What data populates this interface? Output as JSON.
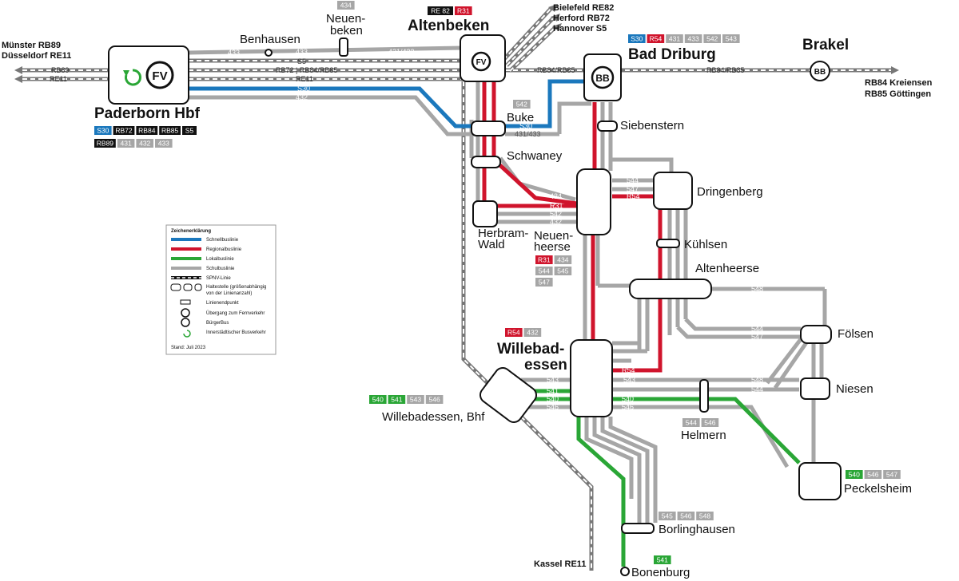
{
  "colors": {
    "school": "#a6a6a6",
    "regional": "#d0142c",
    "local": "#2aa636",
    "fast": "#1b78bd",
    "rail": "#777777",
    "black": "#111111"
  },
  "stations": {
    "paderborn": {
      "name": "Paderborn Hbf",
      "lines_row1": [
        "S30",
        "RB72",
        "RB84",
        "RB85",
        "S5"
      ],
      "lines_row2": [
        "RB89",
        "431",
        "432",
        "433"
      ],
      "icons": [
        "innerstaedtischer-busverkehr-icon",
        "fv-icon"
      ]
    },
    "altenbeken": {
      "name": "Altenbeken",
      "lines": [
        "RE 82",
        "R31"
      ],
      "icon": "fv-icon"
    },
    "bad_driburg": {
      "name": "Bad Driburg",
      "lines": [
        "S30",
        "R54",
        "431",
        "433",
        "542",
        "543"
      ],
      "icon": "bb-icon"
    },
    "brakel": {
      "name": "Brakel",
      "icon": "bb-icon"
    },
    "benhausen": {
      "name": "Benhausen"
    },
    "neuenbeken": {
      "name1": "Neuen-",
      "name2": "beken",
      "lines": [
        "434"
      ]
    },
    "buke": {
      "name": "Buke",
      "lines": [
        "542"
      ]
    },
    "schwaney": {
      "name": "Schwaney"
    },
    "herbram": {
      "name1": "Herbram-",
      "name2": "Wald"
    },
    "neuenheerse": {
      "name1": "Neuen-",
      "name2": "heerse",
      "lines_row1": [
        "R31",
        "434"
      ],
      "lines_row2": [
        "544",
        "545"
      ],
      "lines_row3": [
        "547"
      ]
    },
    "siebenstern": {
      "name": "Siebenstern"
    },
    "dringenberg": {
      "name": "Dringenberg"
    },
    "kuehlsen": {
      "name": "Kühlsen"
    },
    "altenheerse": {
      "name": "Altenheerse"
    },
    "willebadessen": {
      "name1": "Willebad-",
      "name2": "essen",
      "lines": [
        "R54",
        "432"
      ]
    },
    "fölsen": {
      "name": "Fölsen"
    },
    "niesen": {
      "name": "Niesen"
    },
    "bhf": {
      "name": "Willebadessen, Bhf",
      "lines": [
        "540",
        "541",
        "543",
        "546"
      ]
    },
    "helmern": {
      "name": "Helmern",
      "lines": [
        "544",
        "546"
      ]
    },
    "peckelsheim": {
      "name": "Peckelsheim",
      "lines": [
        "540",
        "546",
        "547"
      ]
    },
    "borlinghausen": {
      "name": "Borlinghausen",
      "lines": [
        "545",
        "546",
        "548"
      ]
    },
    "bonenburg": {
      "name": "Bonenburg",
      "lines": [
        "541"
      ]
    }
  },
  "edges": {
    "west1": "Münster RB89",
    "west2": "Düsseldorf RE11",
    "ne1": "Bielefeld RE82",
    "ne2": "Herford RB72",
    "ne3": "Hannover S5",
    "east1": "RB84 Kreiensen",
    "east2": "RB85 Göttingen",
    "south": "Kassel RE11"
  },
  "line_labels": {
    "l433": "433",
    "l434": "434",
    "l431_433": "431/433",
    "s5": "S5",
    "rb72_84_85": "RB72 | RB84/RB85",
    "rb89": "RB89",
    "re11": "RE11",
    "s30": "S30",
    "l432": "432",
    "rb84_85": "RB84/RB85",
    "re82": "RE82",
    "rb72": "RB72",
    "r31": "R31",
    "r54": "R54",
    "l431_433v": "431/433",
    "l542": "542",
    "l543": "543",
    "l544": "544",
    "l545": "545",
    "l546": "546",
    "l547": "547",
    "l548": "548",
    "l540": "540",
    "l541": "541"
  },
  "legend": {
    "title": "Zeichenerklärung",
    "items": [
      "Schnellbuslinie",
      "Regionalbuslinie",
      "Lokalbuslinie",
      "Schulbuslinie",
      "SPNV-Linie",
      "Haltestelle (größenabhängig",
      "von der Linienanzahl)",
      "Linienendpunkt",
      "Übergang zum Fernverkehr",
      "BürgerBus",
      "Innerstädtischer Busverkehr"
    ],
    "date": "Stand: Juli 2023"
  }
}
